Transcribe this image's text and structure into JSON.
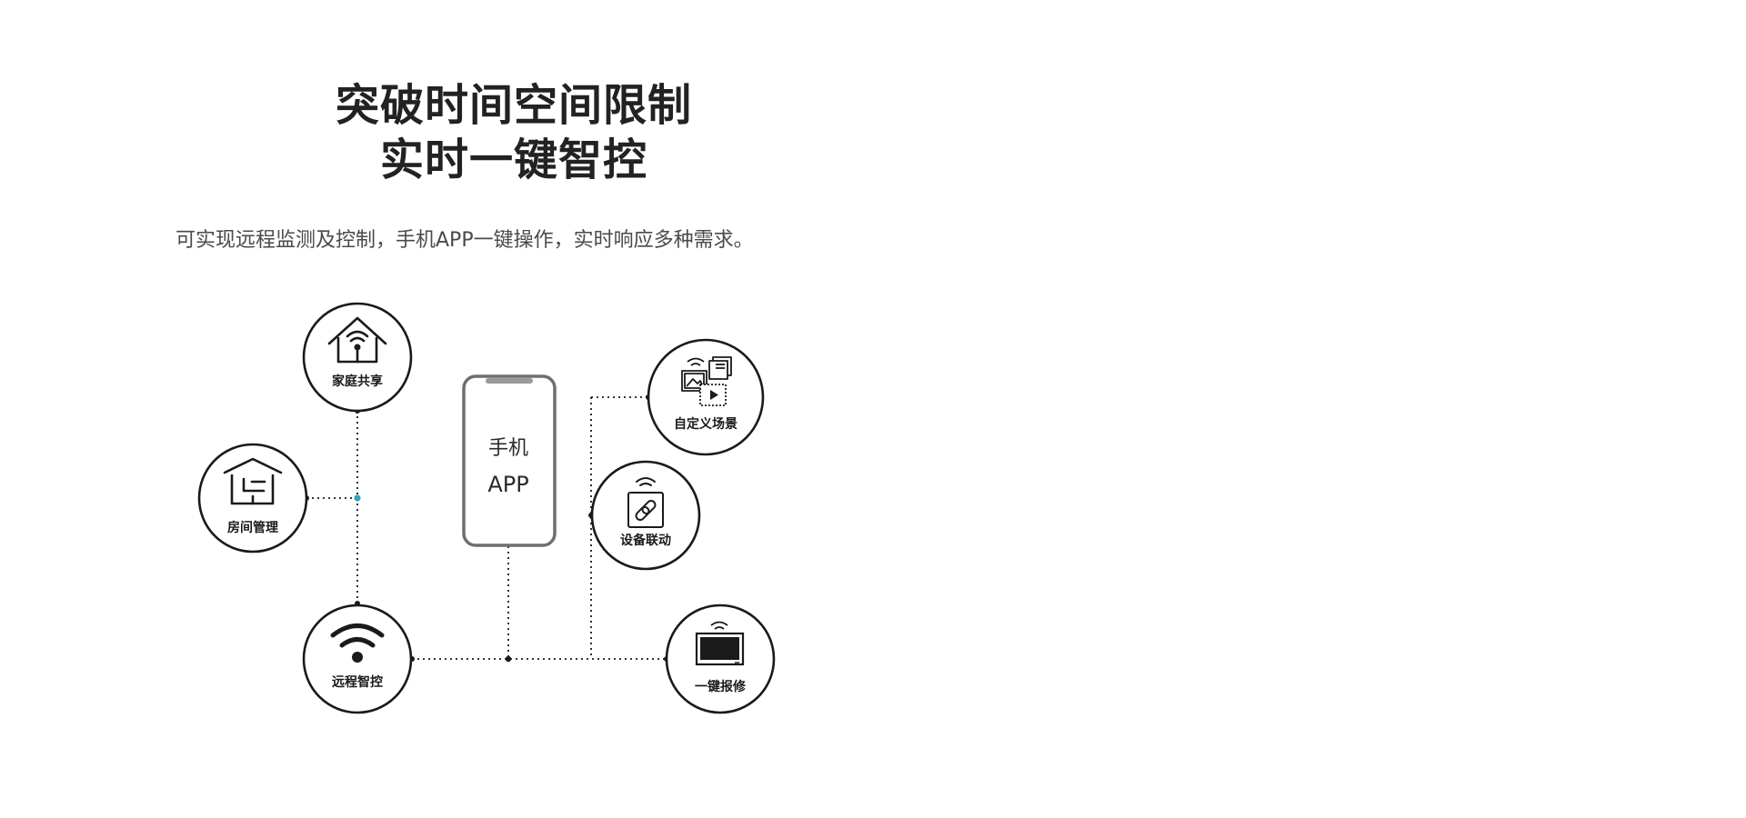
{
  "headline": {
    "line1": "突破时间空间限制",
    "line2": "实时一键智控"
  },
  "subtitle": "可实现远程监测及控制，手机APP一键操作，实时响应多种需求。",
  "phone": {
    "line1": "手机",
    "line2": "APP"
  },
  "nodes": {
    "family_share": {
      "label": "家庭共享",
      "icon": "house-wifi-icon"
    },
    "room_manage": {
      "label": "房间管理",
      "icon": "house-floorplan-icon"
    },
    "remote_control": {
      "label": "远程智控",
      "icon": "wifi-icon"
    },
    "custom_scene": {
      "label": "自定义场景",
      "icon": "media-scene-icon"
    },
    "device_link": {
      "label": "设备联动",
      "icon": "link-icon"
    },
    "repair": {
      "label": "一键报修",
      "icon": "screen-icon"
    }
  },
  "colors": {
    "accent_dot": "#2aa8b8",
    "stroke": "#1a1a1a",
    "phone_stroke": "#6e6e6e"
  }
}
